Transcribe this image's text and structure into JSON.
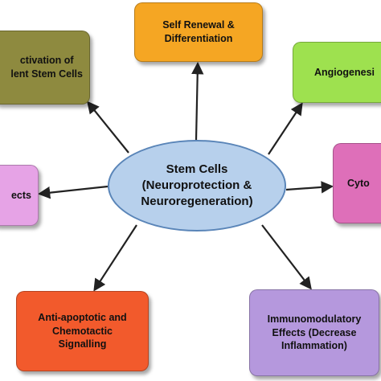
{
  "center": {
    "text": "Stem Cells\n(Neuroprotection &\nNeuroregeneration)",
    "fill": "#b7d0ec",
    "stroke": "#5a85b8"
  },
  "boxes": [
    {
      "id": "self-renewal",
      "text": "Self Renewal &\nDifferentiation",
      "color": "#f5a623"
    },
    {
      "id": "activation",
      "text": "ctivation of\nlent Stem Cells",
      "color": "#8e8a3f"
    },
    {
      "id": "angiogenesis",
      "text": "Angiogenesi",
      "color": "#9ee14f"
    },
    {
      "id": "effects-left",
      "text": "ects",
      "color": "#e6a3e6"
    },
    {
      "id": "cytokines",
      "text": "Cyto",
      "color": "#de6fb9"
    },
    {
      "id": "anti-apoptotic",
      "text": "Anti-apoptotic and\nChemotactic\nSignalling",
      "color": "#f25a2c"
    },
    {
      "id": "immunomodulatory",
      "text": "Immunomodulatory\nEffects (Decrease\nInflammation)",
      "color": "#b598dd"
    }
  ],
  "arrow_color": "#222222"
}
